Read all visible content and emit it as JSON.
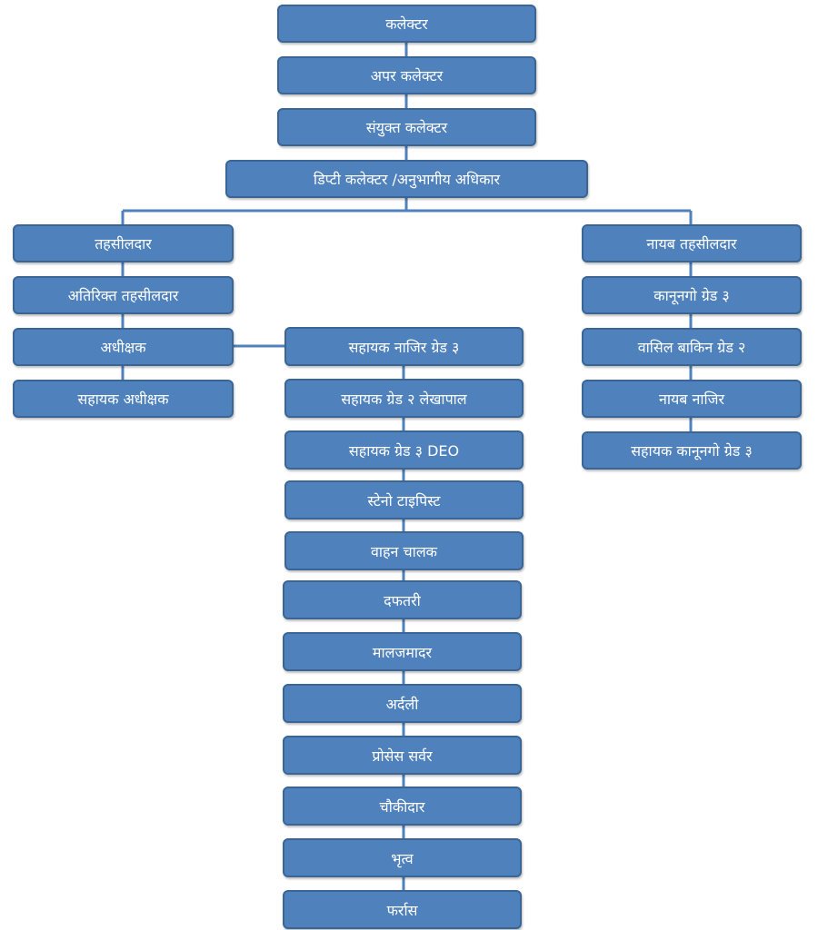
{
  "nodes": {
    "collector": "कलेक्टर",
    "additional_collector": "अपर कलेक्टर",
    "joint_collector": "संयुक्त कलेक्टर",
    "deputy_collector": "डिप्टी कलेक्टर /अनुभागीय अधिकार",
    "left": [
      "तहसीलदार",
      "अतिरिक्त तहसीलदार",
      "अधीक्षक",
      "सहायक अधीक्षक"
    ],
    "right": [
      "नायब तहसीलदार",
      "कानूनगो ग्रेड ३",
      "वासिल बाकिन ग्रेड २",
      "नायब नाजिर",
      "सहायक कानूनगो ग्रेड ३"
    ],
    "center": [
      "सहायक नाजिर ग्रेड ३",
      "सहायक ग्रेड २ लेखापाल",
      "सहायक ग्रेड ३ DEO",
      "स्टेनो टाइपिस्ट",
      "वाहन चालक",
      "दफतरी",
      "मालजमादर",
      "अर्दली",
      "प्रोसेस सर्वर",
      "चौकीदार",
      "भृत्व",
      "फर्रास"
    ]
  },
  "colors": {
    "box_fill": "#4f81bd",
    "box_border": "#3a6595",
    "connector": "#4f81bd",
    "text": "#ffffff"
  }
}
